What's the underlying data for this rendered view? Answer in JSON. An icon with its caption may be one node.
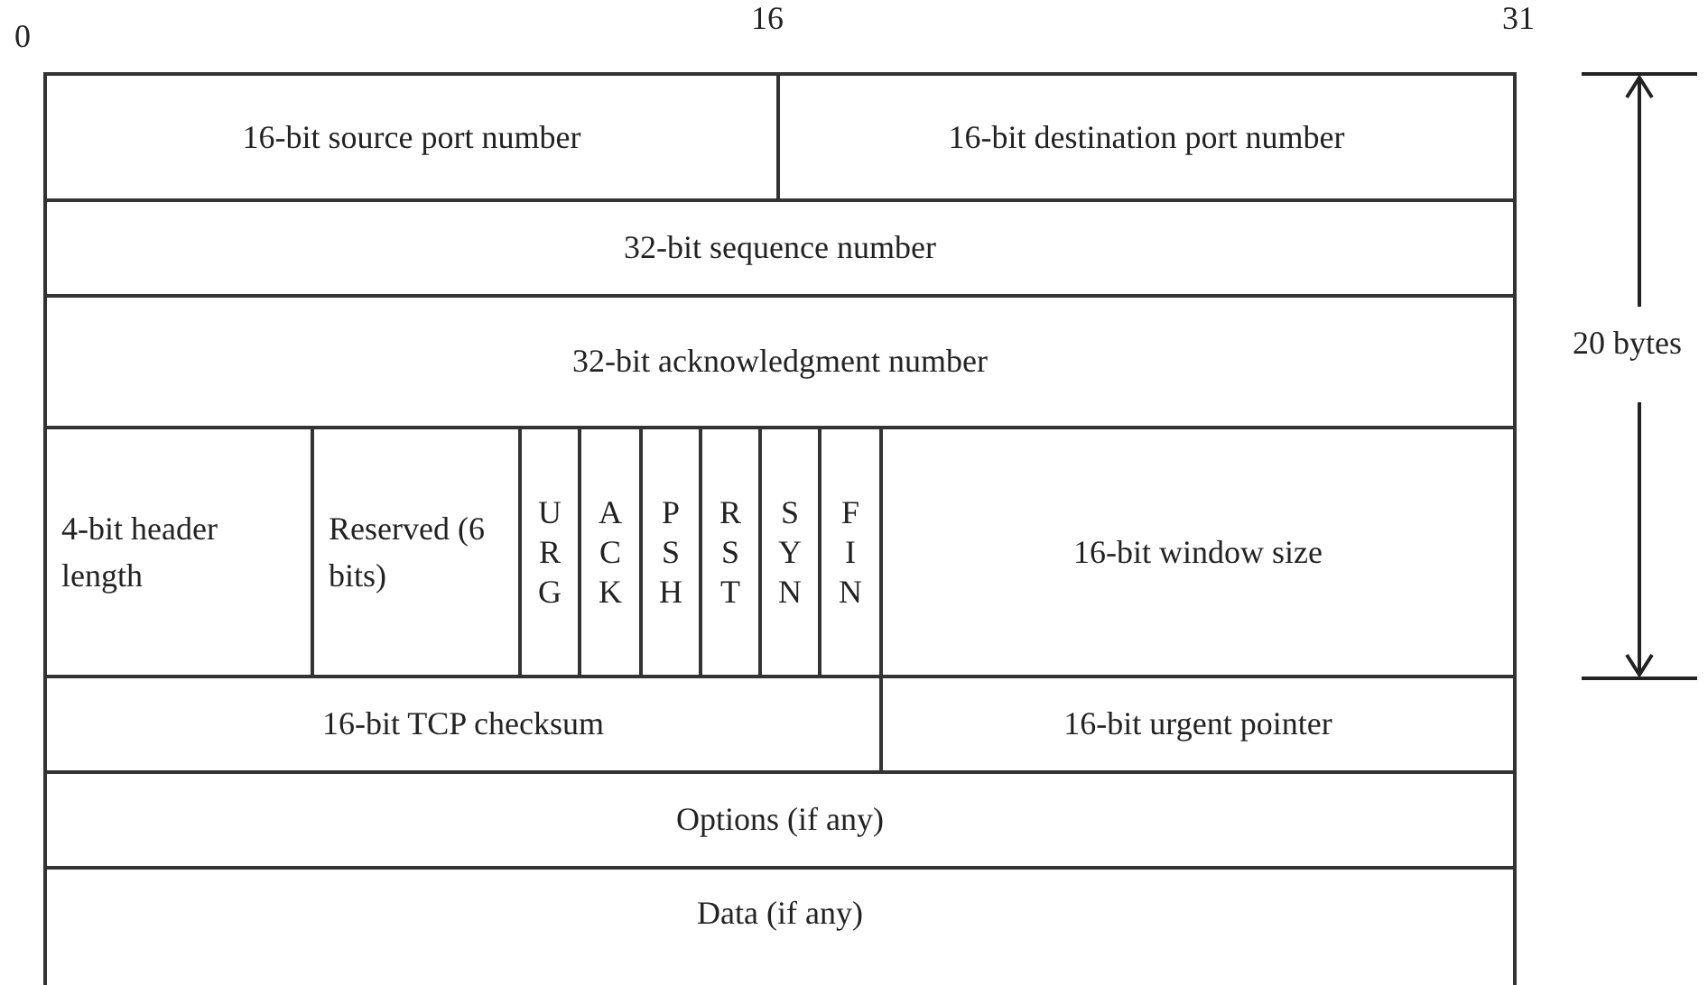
{
  "diagram": {
    "nodes": [
      {
        "text": [
          "16-bit source port number"
        ]
      },
      {
        "text": [
          "16-bit destination port number"
        ]
      },
      {
        "text": [
          "32-bit sequence number"
        ]
      },
      {
        "text": [
          "32-bit acknowledgment number"
        ]
      },
      {
        "text": [
          "4-bit header length"
        ]
      },
      {
        "text": [
          "Reserved (6 bits)"
        ]
      },
      {
        "text": [
          "U R G"
        ]
      },
      {
        "text": [
          "A C K"
        ]
      },
      {
        "text": [
          "P S H"
        ]
      },
      {
        "text": [
          "R S T"
        ]
      },
      {
        "text": [
          "S Y N"
        ]
      },
      {
        "text": [
          "F I N"
        ]
      },
      {
        "text": [
          "16-bit window size"
        ]
      },
      {
        "text": [
          "16-bit TCP checksum"
        ]
      },
      {
        "text": [
          "16-bit urgent pointer"
        ]
      },
      {
        "text": [
          "Options (if any)"
        ]
      },
      {
        "text": [
          "Data (if any)"
        ]
      }
    ],
    "edges": [],
    "labels": [
      "0",
      "16",
      "31",
      "20 bytes"
    ]
  }
}
